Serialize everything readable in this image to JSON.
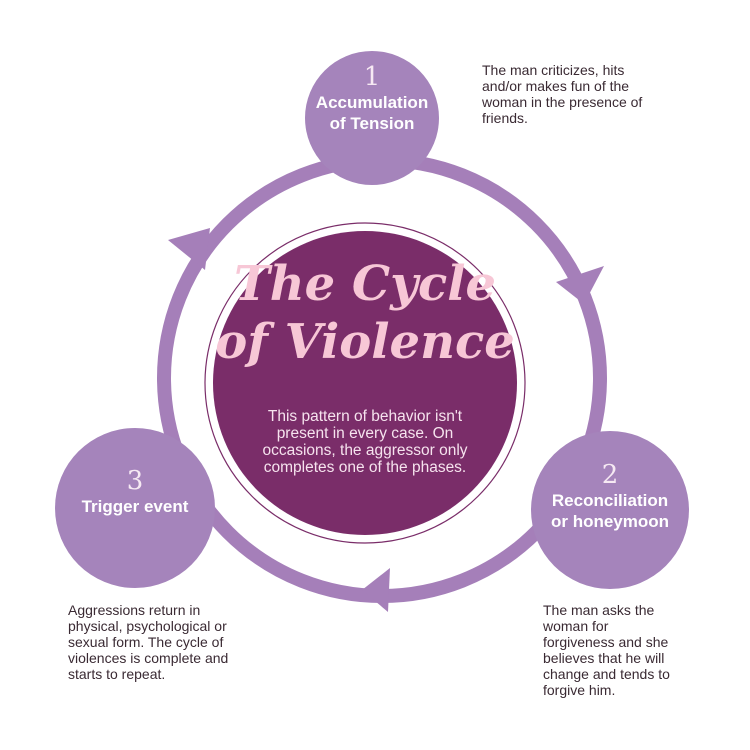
{
  "title_line1": "The Cycle",
  "title_line2": "of Violence",
  "center_text": "This pattern of behavior isn't present in every case. On occasions, the aggressor only completes one of the phases.",
  "phases": [
    {
      "number": "1",
      "name_line1": "Accumulation",
      "name_line2": "of Tension",
      "description": "The man criticizes, hits and/or makes fun of the woman in the presence of friends."
    },
    {
      "number": "2",
      "name_line1": "Reconciliation",
      "name_line2": "or honeymoon",
      "description": "The man asks the woman for forgiveness and she believes that he will change and tends to forgive him."
    },
    {
      "number": "3",
      "name_line1": "Trigger event",
      "description": "Aggressions return in physical, psychological or sexual form. The cycle of violences is complete and starts to repeat."
    }
  ],
  "colors": {
    "ring": "#a57fb9",
    "phase_circle": "#a584bb",
    "center": "#7a2d69",
    "title": "#f7c7d6"
  }
}
